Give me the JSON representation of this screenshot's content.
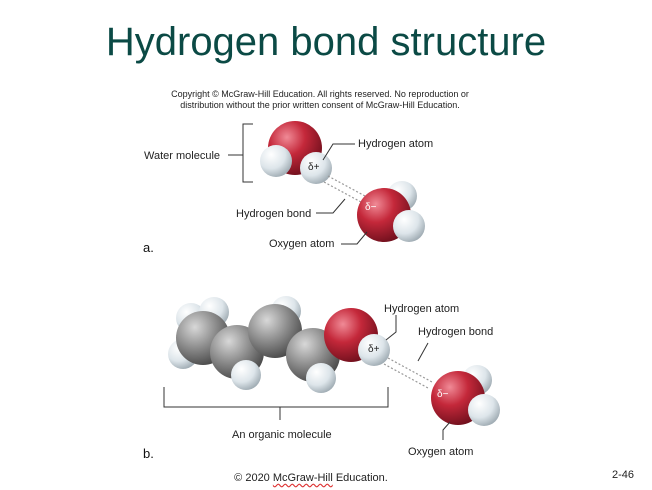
{
  "title": "Hydrogen bond structure",
  "copyright": "Copyright © McGraw-Hill Education. All rights reserved. No reproduction or distribution without the prior written consent of McGraw-Hill Education.",
  "panel_a": {
    "water_molecule": "Water molecule",
    "hydrogen_atom": "Hydrogen atom",
    "hydrogen_bond": "Hydrogen bond",
    "oxygen_atom": "Oxygen atom",
    "delta_plus": "δ+",
    "delta_minus": "δ−",
    "part_label": "a."
  },
  "panel_b": {
    "hydrogen_atom": "Hydrogen atom",
    "hydrogen_bond": "Hydrogen bond",
    "organic_molecule": "An organic molecule",
    "oxygen_atom": "Oxygen atom",
    "delta_plus": "δ+",
    "delta_minus": "δ−",
    "part_label": "b."
  },
  "footer": {
    "prefix": "© 2020 ",
    "brand": "McGraw-Hill",
    "suffix": " Education."
  },
  "page_number": "2-46",
  "colors": {
    "title": "#0b4a45",
    "oxygen": "#c4283a",
    "hydrogen": "#e8eef2",
    "carbon": "#7d7d7d"
  }
}
